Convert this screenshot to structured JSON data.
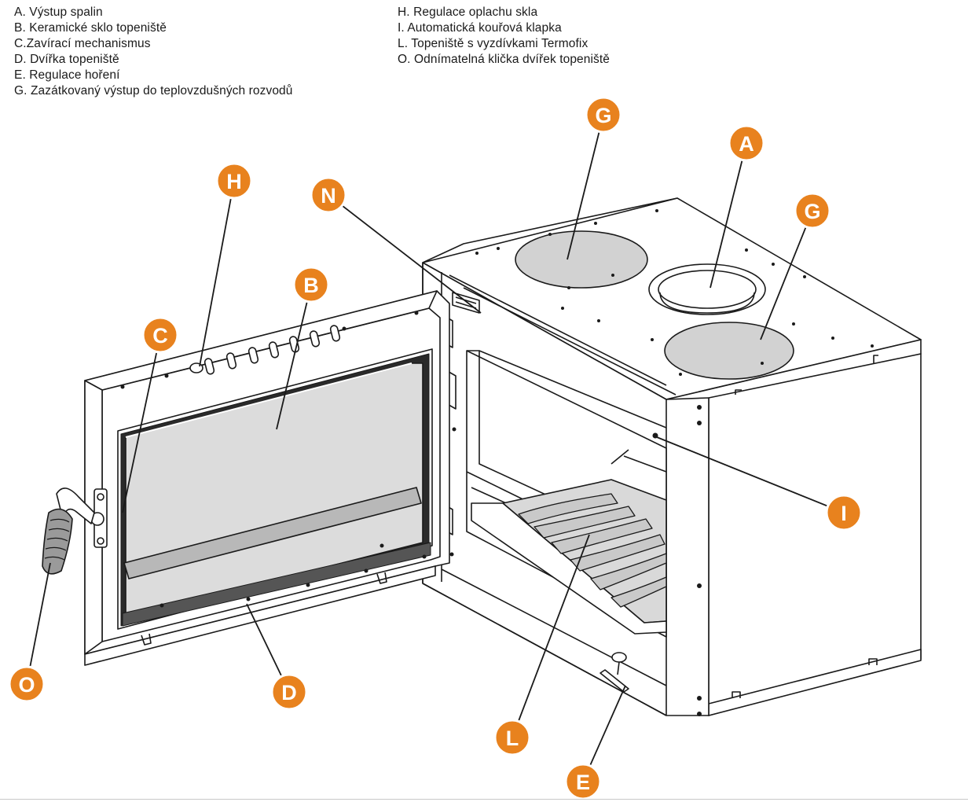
{
  "legend": {
    "left": [
      "A. Výstup spalin",
      "B. Keramické sklo topeniště",
      "C.Zavírací mechanismus",
      "D. Dvířka topeniště",
      "E. Regulace hoření",
      "G. Zazátkovaný výstup do teplovzdušných rozvodů"
    ],
    "right": [
      "H. Regulace oplachu skla",
      " I. Automatická kouřová klapka",
      " L. Topeniště s vyzdívkami Termofix",
      " O. Odnímatelná klička dvířek topeniště"
    ]
  },
  "callouts": {
    "A": "A",
    "B": "B",
    "C": "C",
    "D": "D",
    "E": "E",
    "G1": "G",
    "G2": "G",
    "H": "H",
    "I": "I",
    "L": "L",
    "N": "N",
    "O": "O"
  },
  "colors": {
    "callout_fill": "#e8821e",
    "callout_border": "#ffffff",
    "line": "#1a1a1a",
    "glass": "#dcdcdc",
    "plate": "#d2d2d2"
  }
}
